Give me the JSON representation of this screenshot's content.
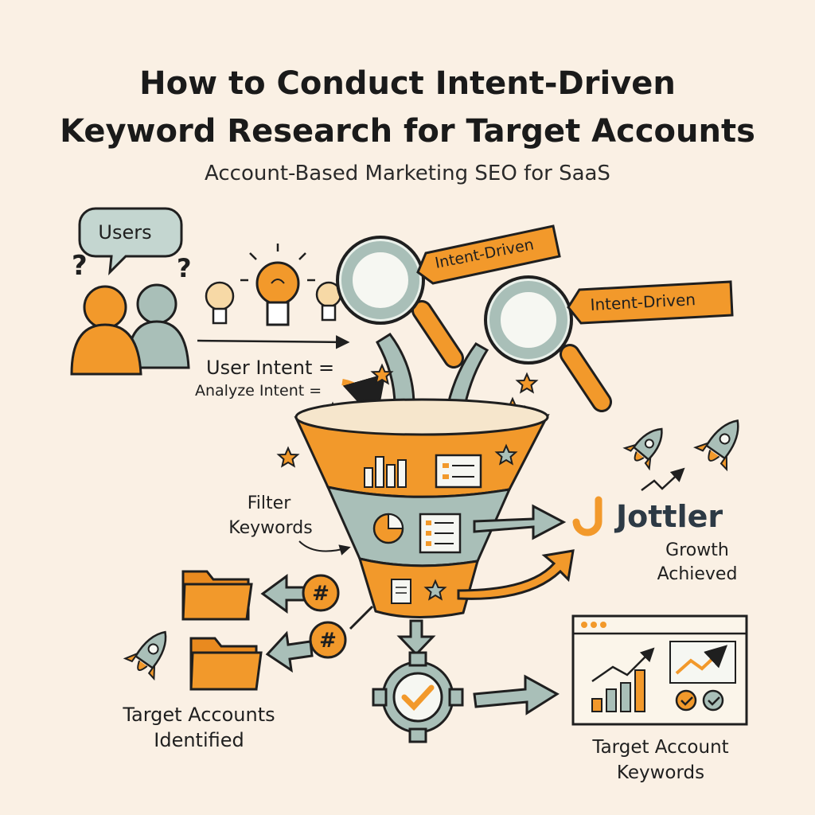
{
  "header": {
    "title_line1": "How to Conduct Intent-Driven",
    "title_line2": "Keyword Research for Target Accounts",
    "subtitle": "Account-Based Marketing SEO for SaaS"
  },
  "labels": {
    "users": "Users",
    "tag1": "Intent-Driven",
    "tag2": "Intent-Driven",
    "user_intent": "User Intent =",
    "analyze_intent": "Analyze Intent =",
    "filter_line1": "Filter",
    "filter_line2": "Keywords",
    "brand": "Jottler",
    "growth_line1": "Growth",
    "growth_line2": "Achieved",
    "targets_line1": "Target Accounts",
    "targets_line2": "Identified",
    "keywords_line1": "Target Account",
    "keywords_line2": "Keywords",
    "hash": "#"
  },
  "colors": {
    "orange": "#f2992b",
    "sage": "#a9bfb8",
    "ink": "#1f1f1f",
    "background": "#faf0e4"
  }
}
